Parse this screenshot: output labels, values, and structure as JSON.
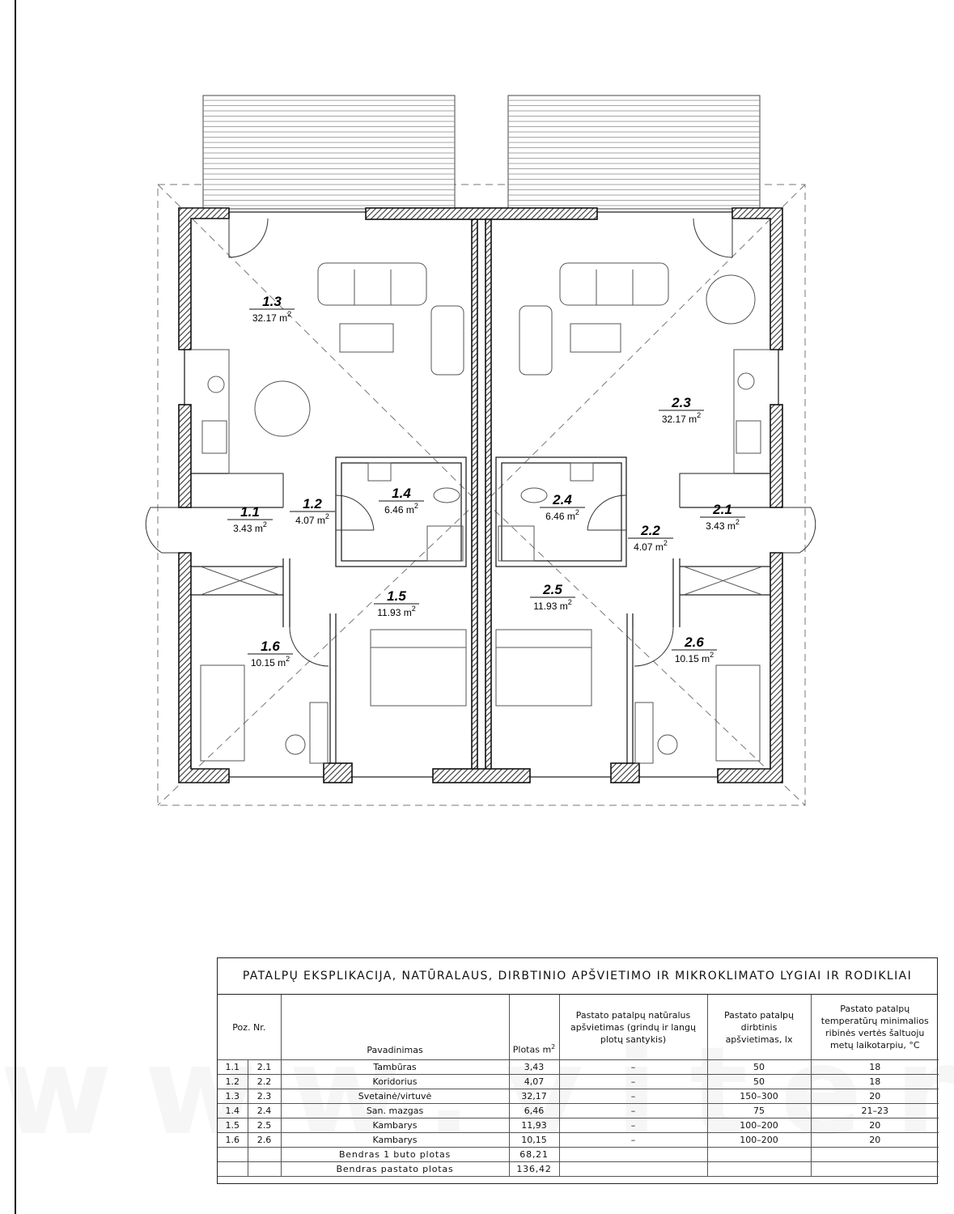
{
  "rooms": [
    {
      "num": "1.3",
      "area": "32.17"
    },
    {
      "num": "1.1",
      "area": "3.43"
    },
    {
      "num": "1.2",
      "area": "4.07"
    },
    {
      "num": "1.4",
      "area": "6.46"
    },
    {
      "num": "1.5",
      "area": "11.93"
    },
    {
      "num": "1.6",
      "area": "10.15"
    },
    {
      "num": "2.3",
      "area": "32.17"
    },
    {
      "num": "2.4",
      "area": "6.46"
    },
    {
      "num": "2.2",
      "area": "4.07"
    },
    {
      "num": "2.1",
      "area": "3.43"
    },
    {
      "num": "2.5",
      "area": "11.93"
    },
    {
      "num": "2.6",
      "area": "10.15"
    }
  ],
  "area_unit": "m",
  "area_sup": "2",
  "table": {
    "title": "PATALPŲ EKSPLIKACIJA, NATŪRALAUS, DIRBTINIO APŠVIETIMO IR MIKROKLIMATO LYGIAI IR RODIKLIAI",
    "h_poz": "Poz. Nr.",
    "h_name": "Pavadinimas",
    "h_area": "Plotas m",
    "h_area_sup": "2",
    "h_nat_1": "Pastato patalpų natūralus",
    "h_nat_2": "apšvietimas (grindų ir langų",
    "h_nat_3": "plotų santykis)",
    "h_art_1": "Pastato patalpų",
    "h_art_2": "dirbtinis",
    "h_art_3": "apšvietimas, lx",
    "h_temp_1": "Pastato patalpų",
    "h_temp_2": "temperatūrų minimalios",
    "h_temp_3": "ribinės vertės šaltuoju",
    "h_temp_4": "metų laikotarpiu, °C",
    "rows": [
      {
        "p1": "1.1",
        "p2": "2.1",
        "name": "Tambūras",
        "area": "3,43",
        "nat": "–",
        "lx": "50",
        "temp": "18"
      },
      {
        "p1": "1.2",
        "p2": "2.2",
        "name": "Koridorius",
        "area": "4,07",
        "nat": "–",
        "lx": "50",
        "temp": "18"
      },
      {
        "p1": "1.3",
        "p2": "2.3",
        "name": "Svetainė/virtuvė",
        "area": "32,17",
        "nat": "–",
        "lx": "150–300",
        "temp": "20"
      },
      {
        "p1": "1.4",
        "p2": "2.4",
        "name": "San. mazgas",
        "area": "6,46",
        "nat": "–",
        "lx": "75",
        "temp": "21–23"
      },
      {
        "p1": "1.5",
        "p2": "2.5",
        "name": "Kambarys",
        "area": "11,93",
        "nat": "–",
        "lx": "100–200",
        "temp": "20"
      },
      {
        "p1": "1.6",
        "p2": "2.6",
        "name": "Kambarys",
        "area": "10,15",
        "nat": "–",
        "lx": "100–200",
        "temp": "20"
      }
    ],
    "total_apartment_label": "Bendras 1 buto plotas",
    "total_apartment_value": "68,21",
    "total_building_label": "Bendras pastato plotas",
    "total_building_value": "136,42"
  },
  "watermark": "www.vitera.lt",
  "colors": {
    "wall_outline": "#111111",
    "hatch": "#555555",
    "dash": "#666666",
    "furniture": "#555555"
  }
}
